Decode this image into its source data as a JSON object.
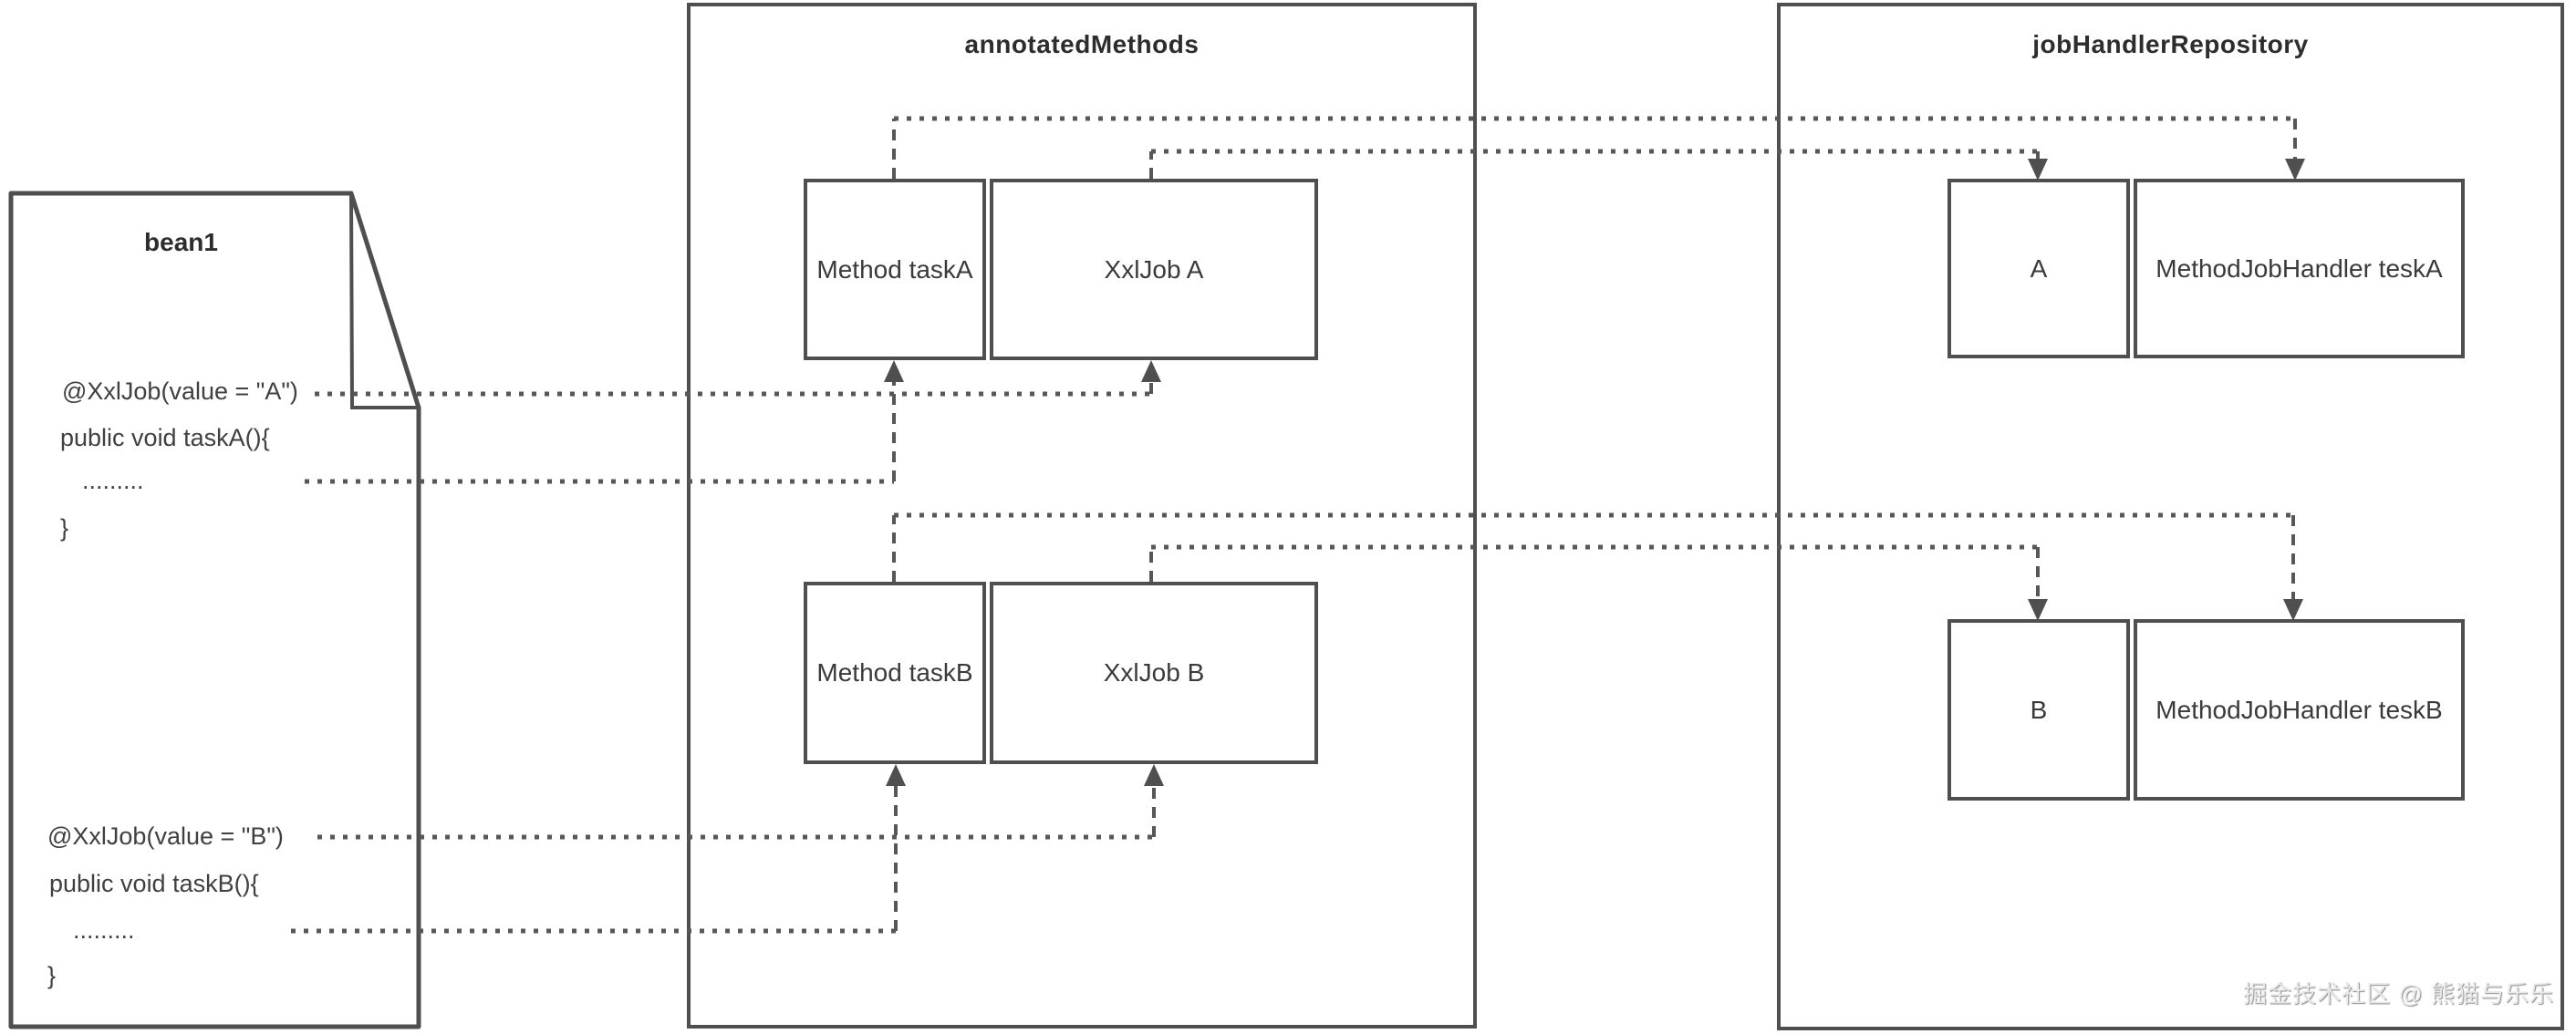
{
  "bean": {
    "title": "bean1",
    "code": {
      "annotation_a": "@XxlJob(value = \"A\")",
      "signature_a": "public void taskA(){",
      "body_a": ".........",
      "close_a": "}",
      "annotation_b": "@XxlJob(value = \"B\")",
      "signature_b": "public void taskB(){",
      "body_b": ".........",
      "close_b": "}"
    }
  },
  "annotated_methods": {
    "title": "annotatedMethods",
    "task_a": {
      "method": "Method taskA",
      "xxljob": "XxlJob A"
    },
    "task_b": {
      "method": "Method taskB",
      "xxljob": "XxlJob B"
    }
  },
  "job_handler_repository": {
    "title": "jobHandlerRepository",
    "entry_a": {
      "key": "A",
      "handler": "MethodJobHandler teskA"
    },
    "entry_b": {
      "key": "B",
      "handler": "MethodJobHandler teskB"
    }
  },
  "watermark": "掘金技术社区 @ 熊猫与乐乐",
  "colors": {
    "shape_stroke": "#4f4f4f",
    "connector_stroke": "#575757",
    "text": "#3a3a3a",
    "title_text": "#2d2d2d",
    "watermark_text": "#e8e8e8",
    "background": "#ffffff"
  }
}
